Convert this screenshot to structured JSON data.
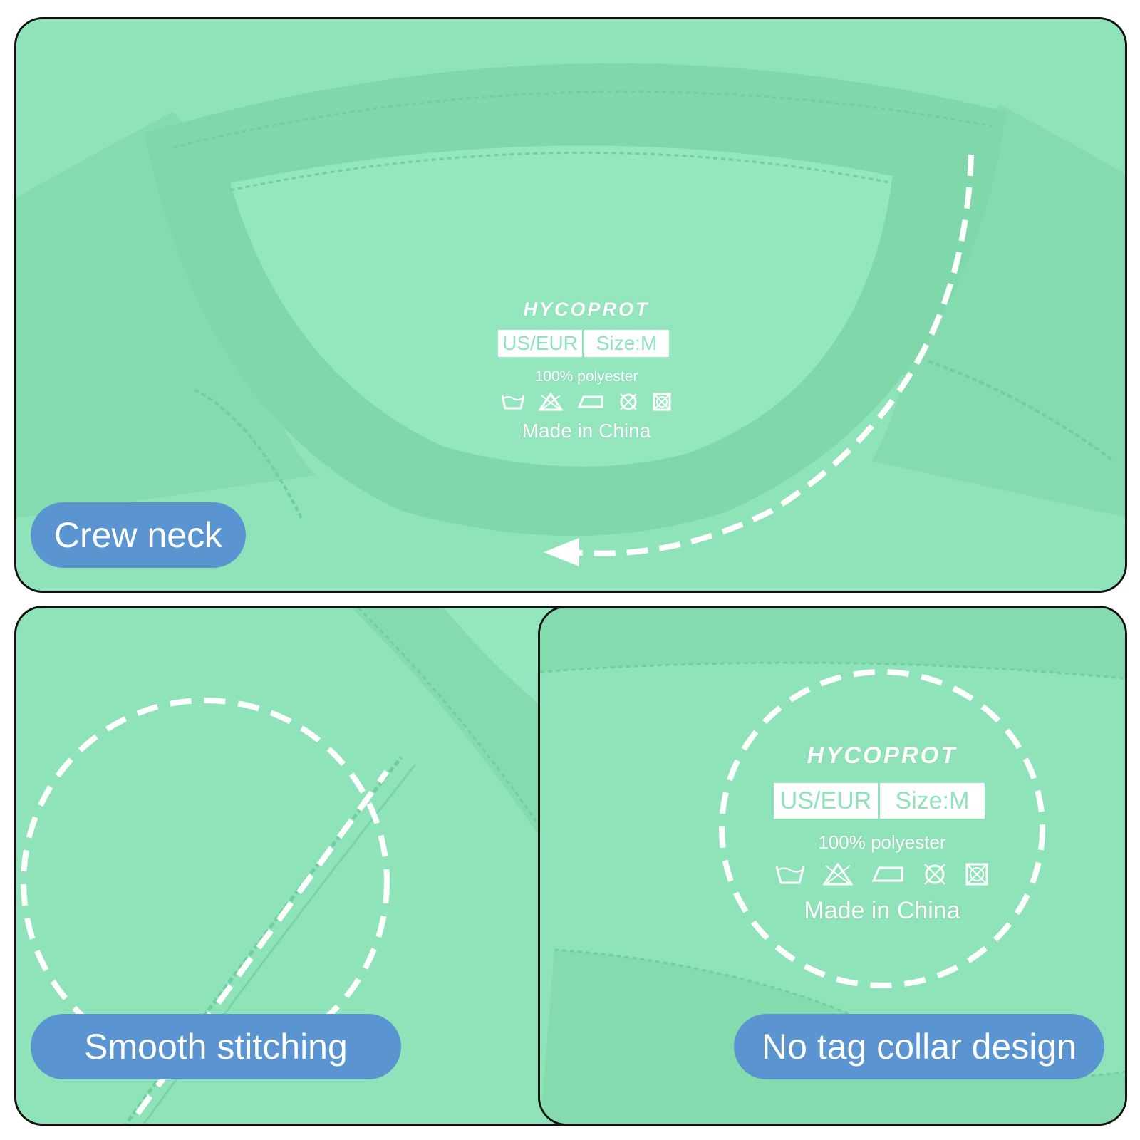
{
  "colors": {
    "fabric": "#8ee3b8",
    "fabric_dark": "#6fcf9f",
    "pill": "#5b95d1",
    "outline": "#111111",
    "dash": "#ffffff"
  },
  "panels": {
    "top": {
      "caption": "Crew neck"
    },
    "bottom_left": {
      "caption": "Smooth stitching"
    },
    "bottom_right": {
      "caption": "No tag collar design"
    }
  },
  "neck_label": {
    "brand": "HYCOPROT",
    "region": "US/EUR",
    "size": "Size:M",
    "material": "100% polyester",
    "origin": "Made in China",
    "care_icons": [
      "wash-icon",
      "no-bleach-icon",
      "iron-icon",
      "no-tumble-dry-icon",
      "no-dry-clean-icon"
    ]
  }
}
